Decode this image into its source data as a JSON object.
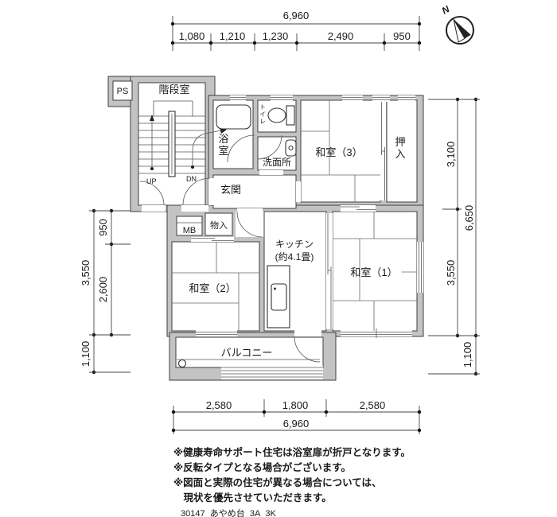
{
  "compass": {
    "north": "N"
  },
  "dimensions": {
    "top": {
      "total": "6,960",
      "segments": [
        "1,080",
        "1,210",
        "1,230",
        "2,490",
        "950"
      ]
    },
    "bottom": {
      "total": "6,960",
      "segments": [
        "2,580",
        "1,800",
        "2,580"
      ]
    },
    "left": {
      "inner_upper": "950",
      "inner_lower": "2,600",
      "outer_upper": "3,550",
      "outer_lower": "1,100"
    },
    "right": {
      "upper": "3,100",
      "lower": "3,550",
      "total": "6,650",
      "balcony": "1,100"
    }
  },
  "rooms": {
    "stairwell": "階段室",
    "ps": "PS",
    "up": "UP",
    "down": "DN",
    "bath": "浴室",
    "toilet": "トイレ",
    "washroom": "洗面所",
    "entrance": "玄関",
    "meter_box": "MB",
    "storage": "物入",
    "washitsu3": "和室（3）",
    "closet": "押入",
    "kitchen": "キッチン",
    "kitchen_size": "(約4.1畳)",
    "washitsu2": "和室（2）",
    "washitsu1": "和室（1）",
    "balcony": "バルコニー"
  },
  "notes": [
    "※健康寿命サポート住宅は浴室扉が折戸となります。",
    "※反転タイプとなる場合がございます。",
    "※図面と実際の住宅が異なる場合については、",
    "　現状を優先させていただきます。"
  ],
  "footer": "30147_あやめ台_3A_3K",
  "colors": {
    "wall": "#c3c3c3",
    "line": "#3f3f3f",
    "text": "#1a1a1a"
  }
}
